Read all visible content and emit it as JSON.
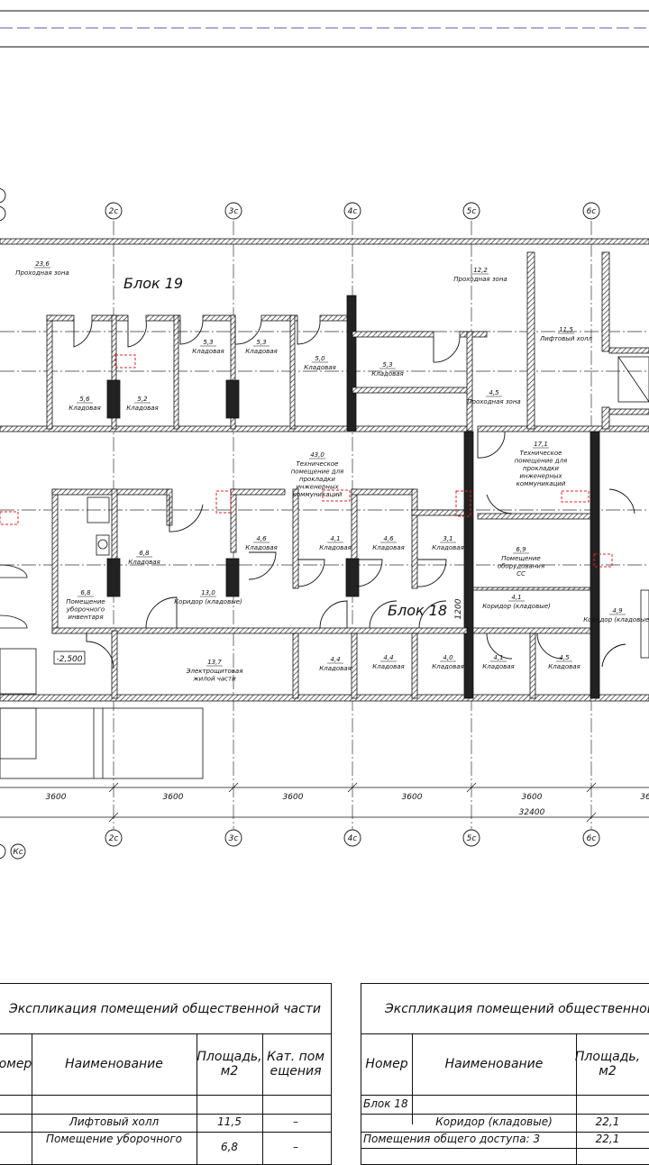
{
  "blocks": [
    "Блок 19",
    "Блок 18"
  ],
  "axes": [
    "2с",
    "3с",
    "4с",
    "5с",
    "6с"
  ],
  "axis_side": "Кс",
  "dimensions": {
    "spans": [
      "3600",
      "3600",
      "3600",
      "3600",
      "3600",
      "36"
    ],
    "total": "32400",
    "vertical": "1200",
    "level": "-2,500"
  },
  "rooms": [
    {
      "area": "23,6",
      "name": "Проходная зона"
    },
    {
      "area": "12,2",
      "name": "Проходная зона"
    },
    {
      "area": "11,5",
      "name": "Лифтовый холл"
    },
    {
      "area": "5,3",
      "name": "Кладовая"
    },
    {
      "area": "5,3",
      "name": "Кладовая"
    },
    {
      "area": "5,0",
      "name": "Кладовая"
    },
    {
      "area": "5,3",
      "name": "Кладовая"
    },
    {
      "area": "5,6",
      "name": "Кладовая"
    },
    {
      "area": "5,2",
      "name": "Кладовая"
    },
    {
      "area": "4,5",
      "name": "Проходная зона"
    },
    {
      "area": "43,0",
      "name": "Техническое помещение для прокладки инженерных коммуникаций"
    },
    {
      "area": "17,1",
      "name": "Техническое помещение для прокладки инженерных коммуникаций"
    },
    {
      "area": "6,8",
      "name": "Кладовая"
    },
    {
      "area": "4,6",
      "name": "Кладовая"
    },
    {
      "area": "4,1",
      "name": "Кладовая"
    },
    {
      "area": "4,6",
      "name": "Кладовая"
    },
    {
      "area": "3,1",
      "name": "Кладовая"
    },
    {
      "area": "6,9",
      "name": "Помещение оборудования СС"
    },
    {
      "area": "6,8",
      "name": "Помещение уборочного инвентаря"
    },
    {
      "area": "13,0",
      "name": "Коридор (кладовые)"
    },
    {
      "area": "4,1",
      "name": "Коридор (кладовые)"
    },
    {
      "area": "4,9",
      "name": "Коридор (кладовые)"
    },
    {
      "area": "13,7",
      "name": "Электрощитовая жилой части"
    },
    {
      "area": "4,4",
      "name": "Кладовая"
    },
    {
      "area": "4,4",
      "name": "Кладовая"
    },
    {
      "area": "4,0",
      "name": "Кладовая"
    },
    {
      "area": "4,1",
      "name": "Кладовая"
    },
    {
      "area": "4,5",
      "name": "Кладовая"
    }
  ],
  "table_left": {
    "title": "Экспликация помещений общественной части",
    "headers": [
      "омер",
      "Наименование",
      "Площадь, м2",
      "Кат. помещения"
    ],
    "rows": [
      {
        "name": "Лифтовый холл",
        "area": "11,5",
        "cat": "–"
      },
      {
        "name": "Помещение уборочного",
        "area": "6,8",
        "cat": "–"
      }
    ]
  },
  "table_right": {
    "title": "Экспликация помещений общественной",
    "headers": [
      "Номер",
      "Наименование",
      "Площадь, м2"
    ],
    "block_row": "Блок 18",
    "rows": [
      {
        "name": "Коридор (кладовые)",
        "area": "22,1"
      }
    ],
    "summary": {
      "label": "Помещения общего доступа: 3",
      "area": "22,1"
    }
  }
}
